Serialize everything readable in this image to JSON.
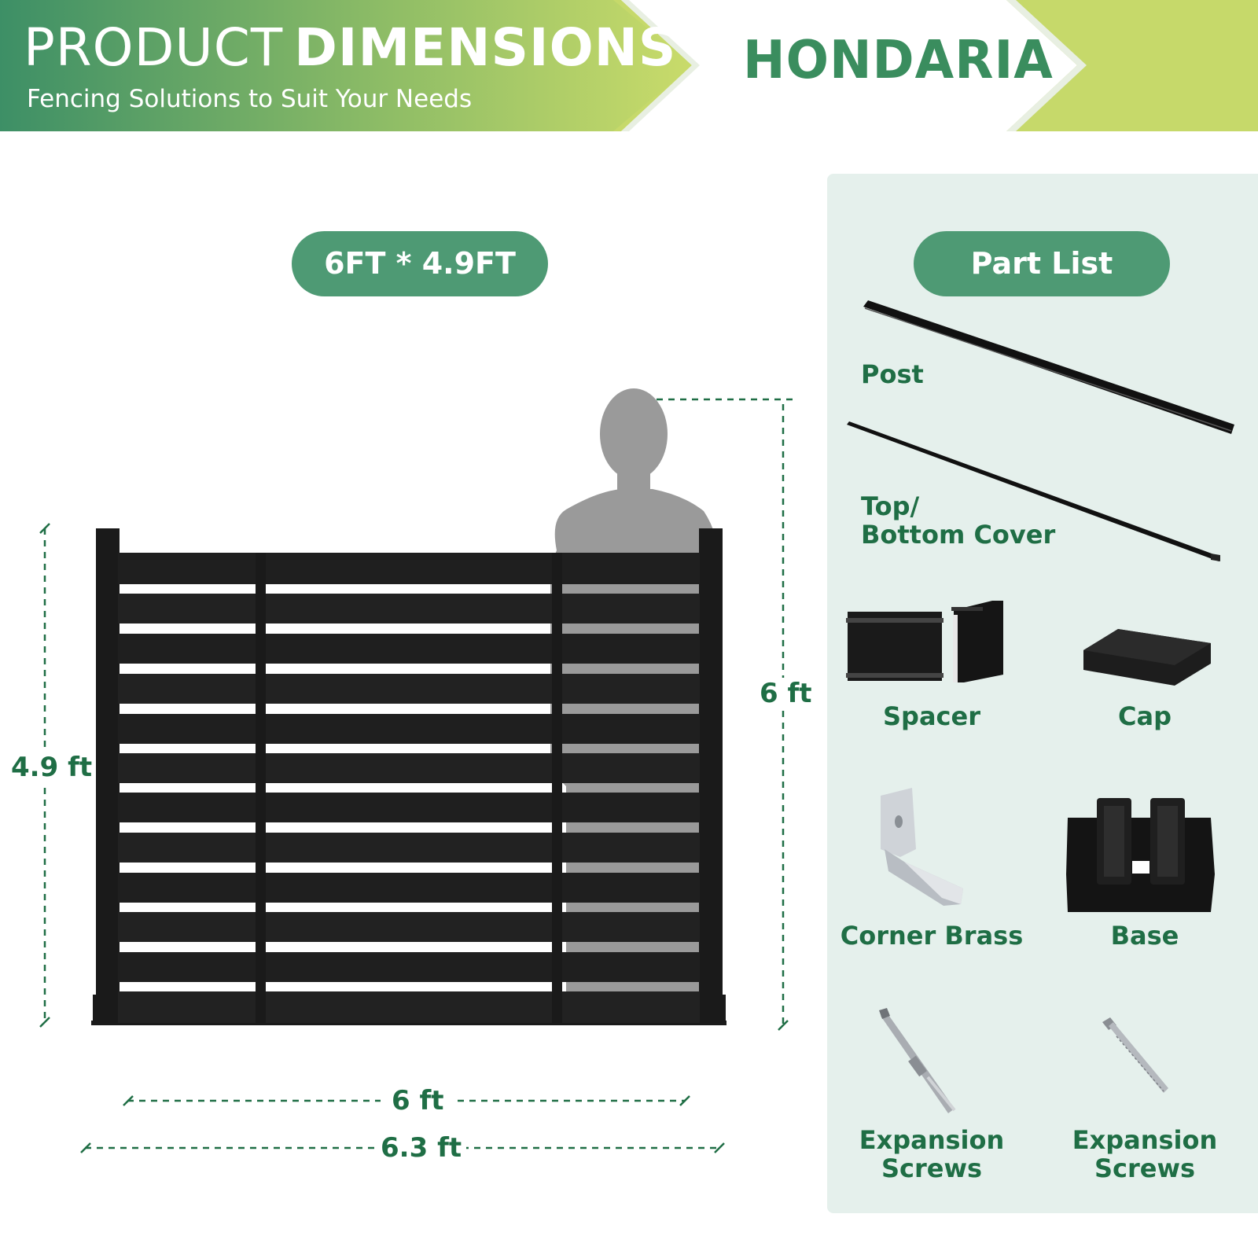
{
  "header": {
    "title_light": "PRODUCT",
    "title_bold": "DIMENSIONS",
    "subtitle": "Fencing Solutions to Suit Your Needs",
    "brand": "HONDARIA"
  },
  "size_badge": "6FT * 4.9FT",
  "dimensions": {
    "panel_height": "4.9 ft",
    "person_height": "6 ft",
    "panel_width": "6 ft",
    "total_width": "6.3 ft"
  },
  "parts": {
    "heading": "Part List",
    "post": "Post",
    "cover_line1": "Top/",
    "cover_line2": "Bottom Cover",
    "spacer": "Spacer",
    "cap": "Cap",
    "corner_brass": "Corner Brass",
    "base": "Base",
    "expansion_left_1": "Expansion",
    "expansion_left_2": "Screws",
    "expansion_right_1": "Expansion",
    "expansion_right_2": "Screws"
  },
  "colors": {
    "brand_green": "#3a8d5e",
    "pill_green": "#4e9a74",
    "label_green": "#1f6e45",
    "panel_bg": "#e5f0ec",
    "lime": "#c6d96a",
    "fence_black": "#1c1c1c"
  }
}
